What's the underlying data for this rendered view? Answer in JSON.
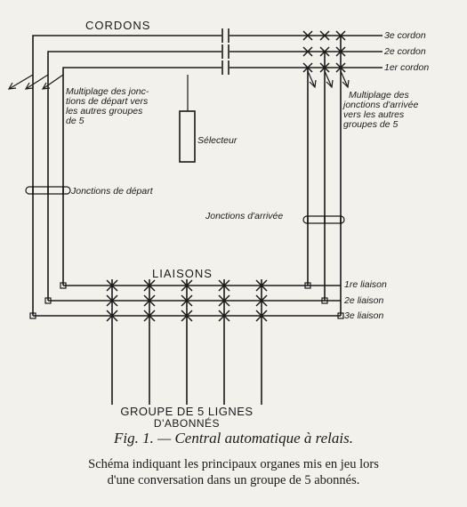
{
  "diagram": {
    "cordons_label": "CORDONS",
    "cordons": [
      "3e cordon",
      "2e cordon",
      "1er cordon"
    ],
    "multiplage_depart": [
      "Multiplage des jonc-",
      "tions de départ vers",
      "les autres groupes",
      "de 5"
    ],
    "multiplage_arrivee": [
      "Multiplage des",
      "jonctions d'arrivée",
      "vers les autres",
      "groupes de 5"
    ],
    "selecteur_label": "Sélecteur",
    "jonctions_depart_label": "Jonctions de départ",
    "jonctions_arrivee_label": "Jonctions d'arrivée",
    "liaisons_label": "LIAISONS",
    "liaisons": [
      "1re liaison",
      "2e liaison",
      "3e liaison"
    ],
    "groupe_label": [
      "GROUPE DE 5 LIGNES",
      "D'ABONNÉS"
    ]
  },
  "caption": {
    "title": "Fig. 1. — Central automatique à relais.",
    "description_line1": "Schéma indiquant les principaux organes mis en jeu lors",
    "description_line2": "d'une conversation dans un groupe de 5 abonnés."
  }
}
